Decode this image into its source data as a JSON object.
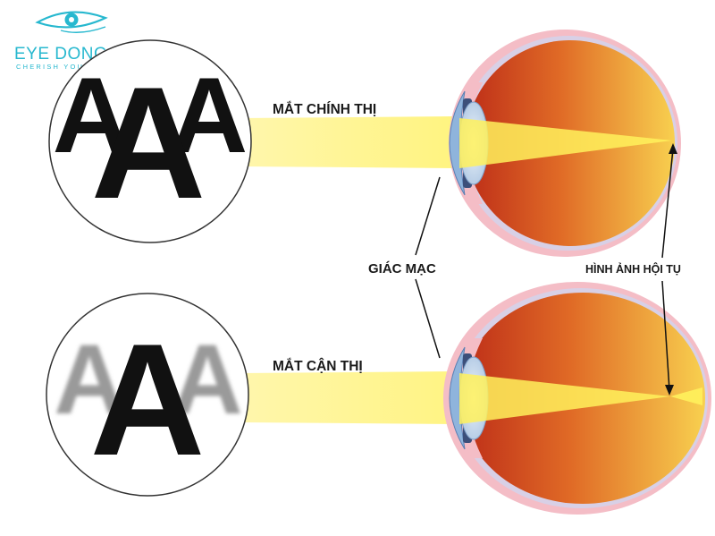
{
  "logo": {
    "brand": "EYE DONG DO",
    "tagline": "CHERISH YOUR EYES",
    "icon": "eye-icon"
  },
  "labels": {
    "normal_eye": "MẮT CHÍNH THỊ",
    "myopic_eye": "MẮT CẬN THỊ",
    "cornea": "GIÁC MẠC",
    "focused_image": "HÌNH ẢNH HỘI TỤ"
  },
  "letters": {
    "glyph": "A"
  },
  "colors": {
    "logo": "#27b8cf",
    "beam": "#fff27a",
    "eye_inner_dark": "#c0321b",
    "eye_inner_light": "#f7c54a",
    "sclera_pink": "#f3b5c0",
    "cornea_blue": "#8fb4dc",
    "letter_sharp": "#111111",
    "letter_blurred": "#9a9a9a"
  }
}
